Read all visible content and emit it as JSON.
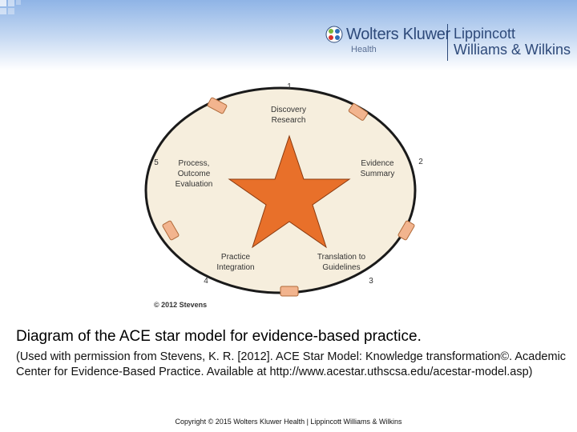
{
  "header": {
    "publisher_name": "Wolters Kluwer",
    "publisher_sub": "Health",
    "imprint_name": "Lippincott\nWilliams & Wilkins"
  },
  "diagram": {
    "stages": [
      {
        "number": "1",
        "label": "Discovery\nResearch"
      },
      {
        "number": "2",
        "label": "Evidence\nSummary"
      },
      {
        "number": "3",
        "label": "Translation to\nGuidelines"
      },
      {
        "number": "4",
        "label": "Practice\nIntegration"
      },
      {
        "number": "5",
        "label": "Process,\nOutcome\nEvaluation"
      }
    ],
    "copyright": "© 2012 Stevens",
    "colors": {
      "star": "#e8702a",
      "ellipse_fill": "#f6eedd",
      "ellipse_stroke": "#1a1a1a",
      "marker": "#f2b48e"
    }
  },
  "caption": {
    "title": "Diagram of the ACE star model for evidence-based practice.",
    "body": "(Used with permission from Stevens, K. R. [2012]. ACE Star Model: Knowledge transformation©. Academic Center for Evidence-Based Practice. Available at http://www.acestar.uthscsa.edu/acestar-model.asp)"
  },
  "footer": {
    "text": "Copyright © 2015 Wolters Kluwer Health | Lippincott Williams & Wilkins"
  }
}
